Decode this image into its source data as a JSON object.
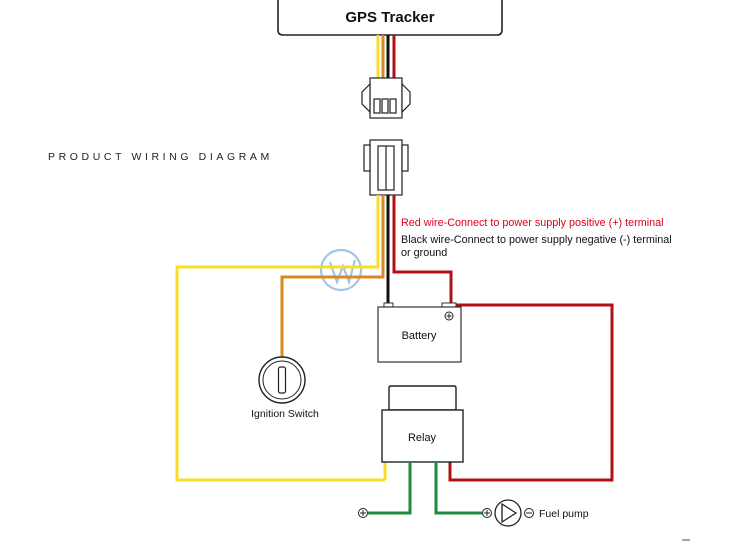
{
  "device": {
    "title": "GPS Tracker"
  },
  "diagram_heading": "PRODUCT WIRING DIAGRAM",
  "notes": {
    "red": "Red wire-Connect to power supply positive (+) terminal",
    "black_line1": "Black wire-Connect to power supply negative (-) terminal",
    "black_line2": "or ground"
  },
  "components": {
    "battery": "Battery",
    "ignition": "Ignition Switch",
    "relay": "Relay",
    "fuel_pump": "Fuel pump"
  },
  "colors": {
    "red_wire": "#b01116",
    "black_wire": "#111111",
    "yellow_wire": "#f5df24",
    "orange_wire": "#d9891f",
    "green_wire": "#1e8a3c",
    "red_text": "#e0001b"
  }
}
